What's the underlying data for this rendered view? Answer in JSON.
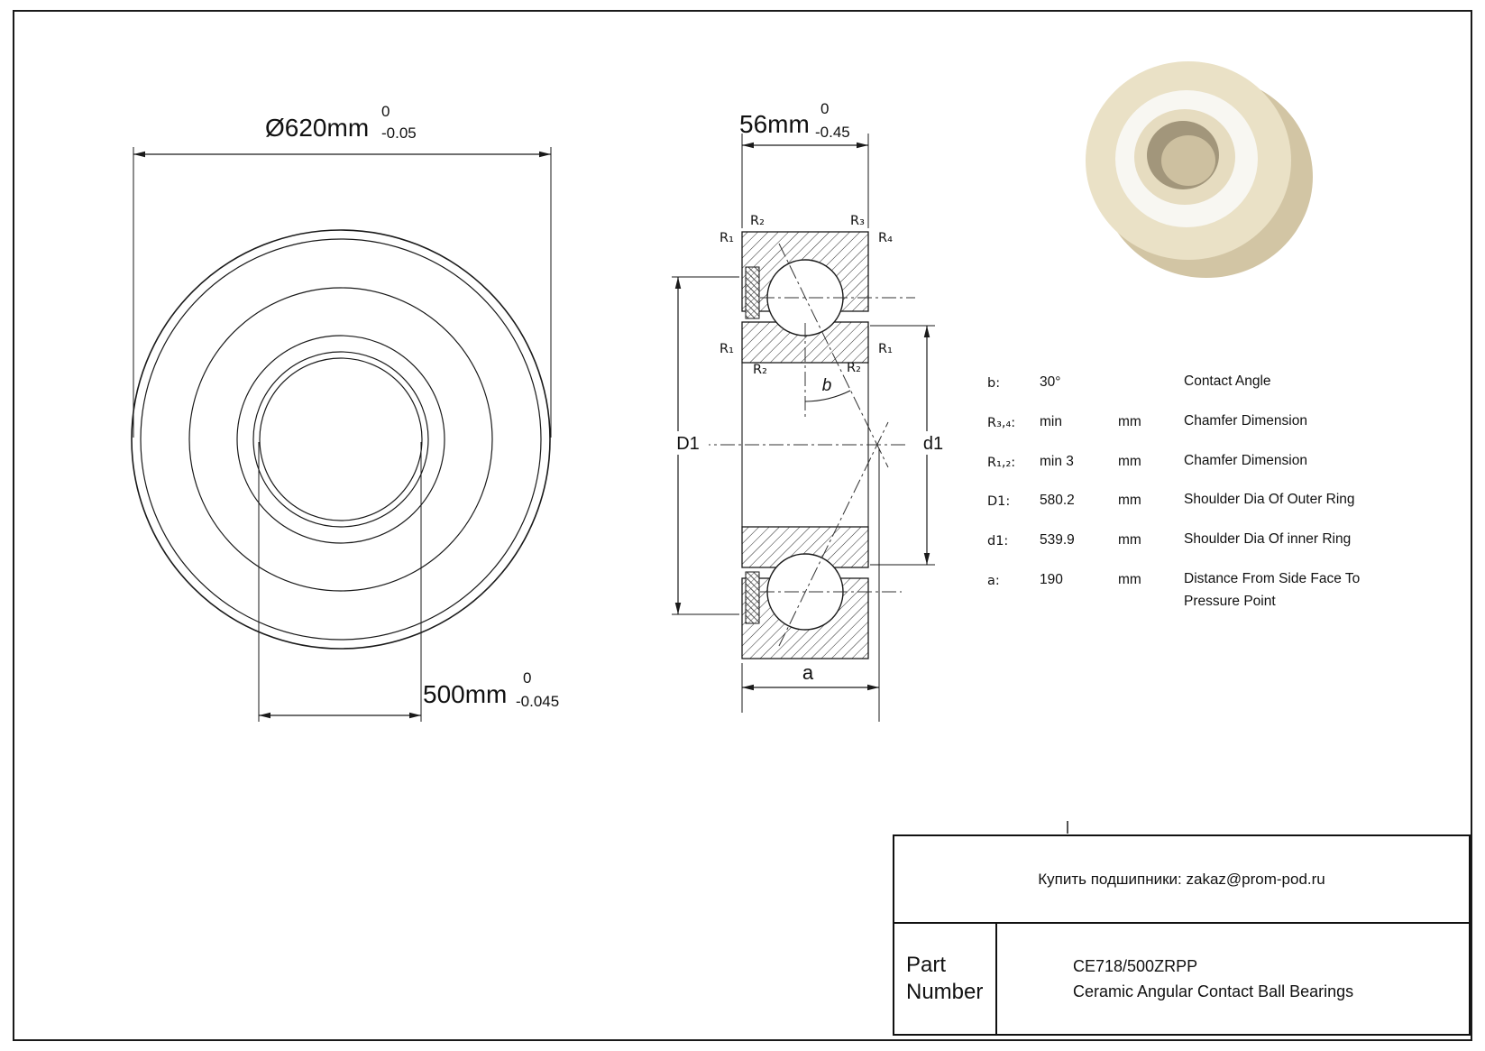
{
  "sheet": {
    "background": "#ffffff",
    "line_color": "#1a1a1a"
  },
  "dimensions": {
    "outer_diameter": {
      "text": "Ø620mm",
      "tol_upper": "0",
      "tol_lower": "-0.05"
    },
    "bore_diameter": {
      "text": "500mm",
      "tol_upper": "0",
      "tol_lower": "-0.045"
    },
    "width": {
      "text": "56mm",
      "tol_upper": "0",
      "tol_lower": "-0.45"
    }
  },
  "section_labels": {
    "r1": "R₁",
    "r2": "R₂",
    "r3": "R₃",
    "r4": "R₄",
    "contact_angle": "b",
    "outer_shoulder": "D1",
    "inner_shoulder": "d1",
    "pressure_distance": "a"
  },
  "photo": {
    "colors": {
      "side": "#d2c5a4",
      "face": "#eae1c6",
      "white_ring": "#f8f7f2",
      "inner_ring": "#e6dcc0",
      "bore_rim": "#a2967b",
      "bore_inner": "#cdc0a0"
    }
  },
  "spec_table": {
    "rows": [
      {
        "key": "b:",
        "value": "30°",
        "unit": "",
        "desc": "Contact Angle"
      },
      {
        "key": "R₃,₄:",
        "value": "min",
        "unit": "mm",
        "desc": "Chamfer Dimension"
      },
      {
        "key": "R₁,₂:",
        "value": "min  3",
        "unit": "mm",
        "desc": "Chamfer Dimension"
      },
      {
        "key": "D1:",
        "value": "580.2",
        "unit": "mm",
        "desc": "Shoulder Dia Of Outer Ring"
      },
      {
        "key": "d1:",
        "value": "539.9",
        "unit": "mm",
        "desc": "Shoulder Dia Of inner Ring"
      },
      {
        "key": "a:",
        "value": "190",
        "unit": "mm",
        "desc": "Distance From Side Face To Pressure Point"
      }
    ]
  },
  "title_block": {
    "contact": "Купить подшипники: zakaz@prom-pod.ru",
    "part_label": "Part Number",
    "part_number": "CE718/500ZRPP",
    "description": "Ceramic Angular Contact Ball Bearings"
  }
}
